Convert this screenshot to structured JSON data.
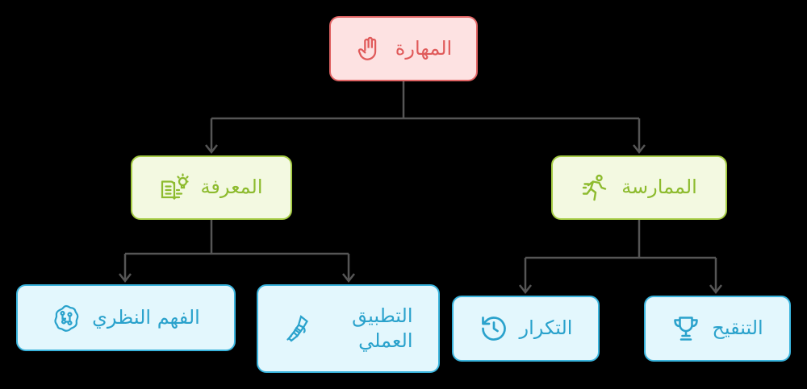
{
  "root": {
    "label": "المهارة",
    "icon": "hand-icon"
  },
  "level1": [
    {
      "label": "المعرفة",
      "icon": "book-lightbulb-icon"
    },
    {
      "label": "الممارسة",
      "icon": "running-person-icon"
    }
  ],
  "level2": [
    {
      "label": "الفهم النظري",
      "icon": "brain-icon"
    },
    {
      "label": "التطبيق العملي",
      "icon": "hand-tool-icon"
    },
    {
      "label": "التكرار",
      "icon": "history-clock-icon"
    },
    {
      "label": "التنقيح",
      "icon": "trophy-icon"
    }
  ],
  "colors": {
    "root": "#e06464",
    "level1": "#a6cc45",
    "level2": "#39b3dc",
    "connector": "#555555"
  }
}
